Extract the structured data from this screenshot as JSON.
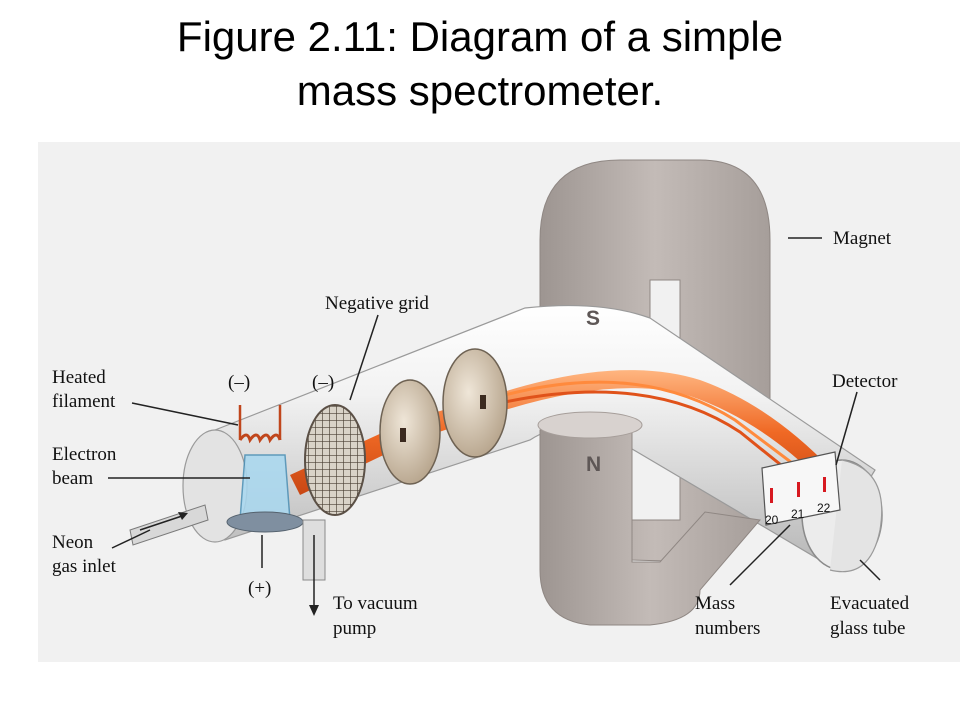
{
  "title": {
    "line1": "Figure 2.11: Diagram of a simple",
    "line2": "mass spectrometer."
  },
  "labels": {
    "magnet": "Magnet",
    "negative_grid": "Negative grid",
    "heated_filament_1": "Heated",
    "heated_filament_2": "filament",
    "electron_beam_1": "Electron",
    "electron_beam_2": "beam",
    "neon_gas_inlet_1": "Neon",
    "neon_gas_inlet_2": "gas inlet",
    "minus_left": "(–)",
    "minus_right": "(–)",
    "plus": "(+)",
    "vacuum_pump_1": "To vacuum",
    "vacuum_pump_2": "pump",
    "detector": "Detector",
    "mass_numbers_1": "Mass",
    "mass_numbers_2": "numbers",
    "evacuated_tube_1": "Evacuated",
    "evacuated_tube_2": "glass tube"
  },
  "poles": {
    "south": "S",
    "north": "N"
  },
  "mass_numbers": [
    "20",
    "21",
    "22"
  ],
  "colors": {
    "magnet": "#b7aea9",
    "beam": "#f26a1b",
    "glass": "#e6e6e6",
    "detector_mark": "#d71920"
  }
}
